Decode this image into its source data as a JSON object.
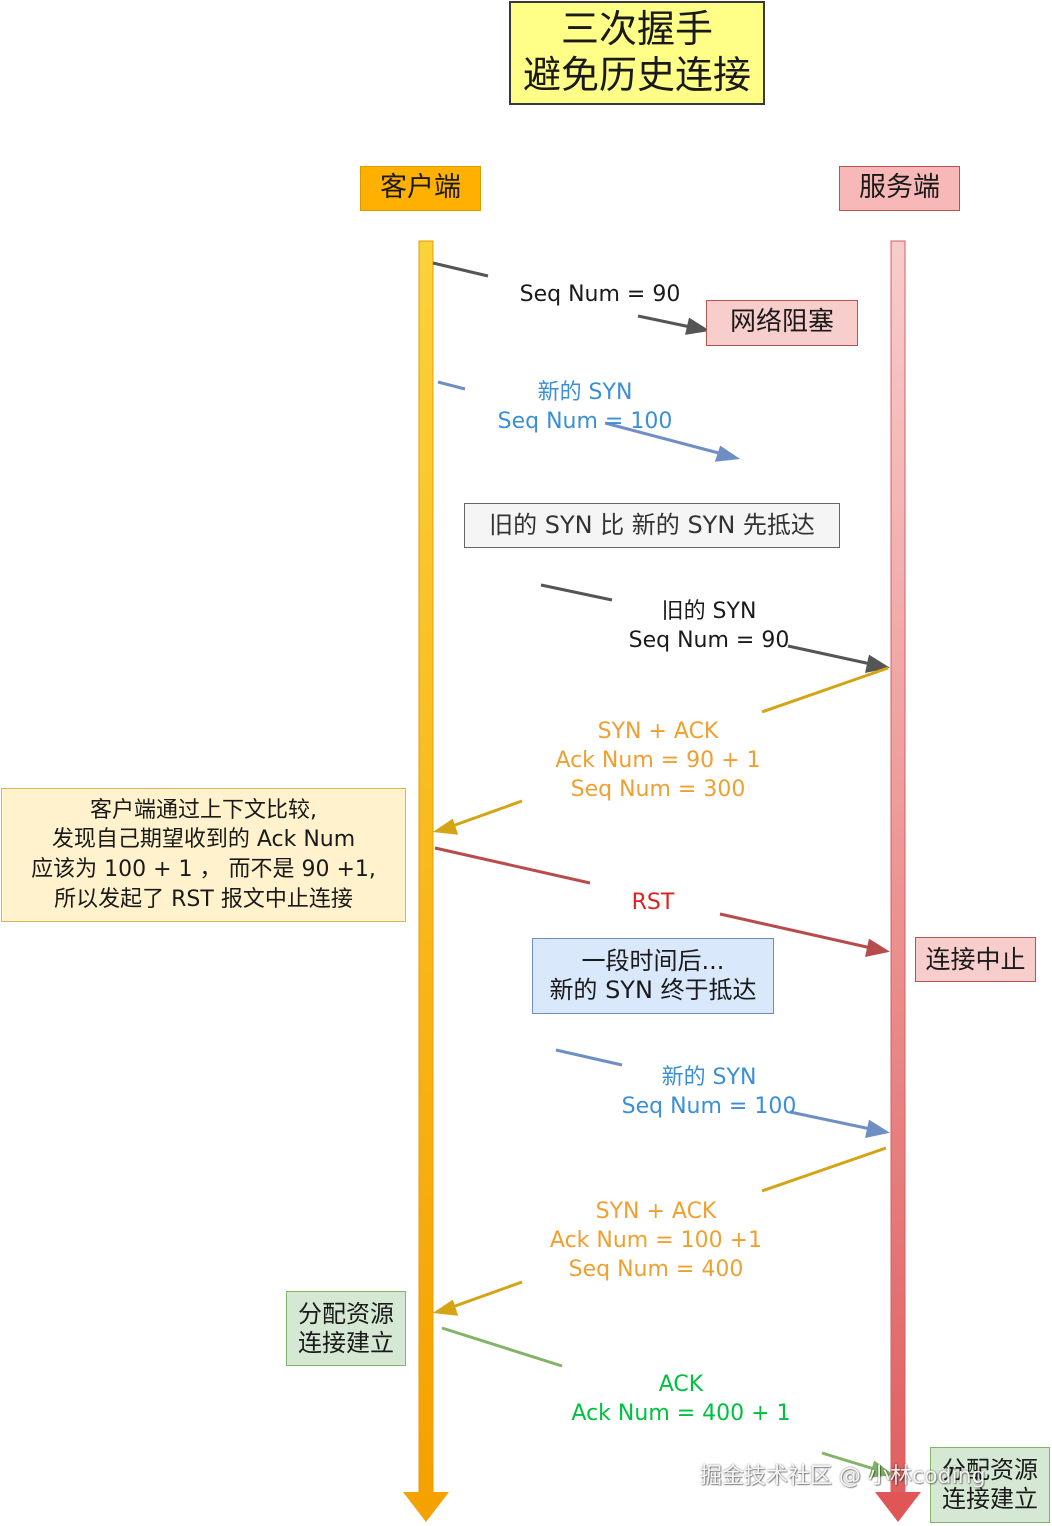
{
  "title": {
    "line1": "三次握手",
    "line2": "避免历史连接"
  },
  "client": {
    "label": "客户端"
  },
  "server": {
    "label": "服务端"
  },
  "colors": {
    "client_lifeline": "#f5b31a",
    "server_lifeline": "#ee8a8a",
    "gray": "#555555",
    "blue": "#6f8fc4",
    "gold": "#d4a414",
    "rust": "#b84c4c",
    "green": "#82b366",
    "text_blue": "#3b8fd6",
    "text_orange": "#f0a030",
    "text_red": "#e02020",
    "text_green": "#00c040"
  },
  "messages": {
    "old_syn_sent": {
      "line1": "Seq Num = 90"
    },
    "blocked": {
      "label": "网络阻塞"
    },
    "new_syn_sent": {
      "line1": "新的 SYN",
      "line2": "Seq Num = 100"
    },
    "note_old_first": {
      "label": "旧的 SYN 比 新的 SYN 先抵达"
    },
    "old_syn_arrive": {
      "line1": "旧的 SYN",
      "line2": "Seq Num = 90"
    },
    "synack_1": {
      "line1": "SYN + ACK",
      "line2": "Ack Num =  90 + 1",
      "line3": "Seq Num = 300"
    },
    "client_note": {
      "line1": "客户端通过上下文比较,",
      "line2": "发现自己期望收到的 Ack Num",
      "line3": "应该为 100 + 1 ， 而不是 90 +1,",
      "line4": "所以发起了 RST 报文中止连接"
    },
    "rst": {
      "label": "RST"
    },
    "abort": {
      "label": "连接中止"
    },
    "delay_note": {
      "line1": "一段时间后...",
      "line2": "新的 SYN 终于抵达"
    },
    "new_syn_arrive": {
      "line1": "新的 SYN",
      "line2": "Seq Num = 100"
    },
    "synack_2": {
      "line1": "SYN + ACK",
      "line2": "Ack Num =  100 +1",
      "line3": "Seq Num = 400"
    },
    "client_established": {
      "line1": "分配资源",
      "line2": "连接建立"
    },
    "ack": {
      "line1": "ACK",
      "line2": "Ack Num = 400 + 1"
    },
    "server_established": {
      "line1": "分配资源",
      "line2": "连接建立"
    }
  },
  "watermark": "掘金技术社区 @ 小林coding"
}
